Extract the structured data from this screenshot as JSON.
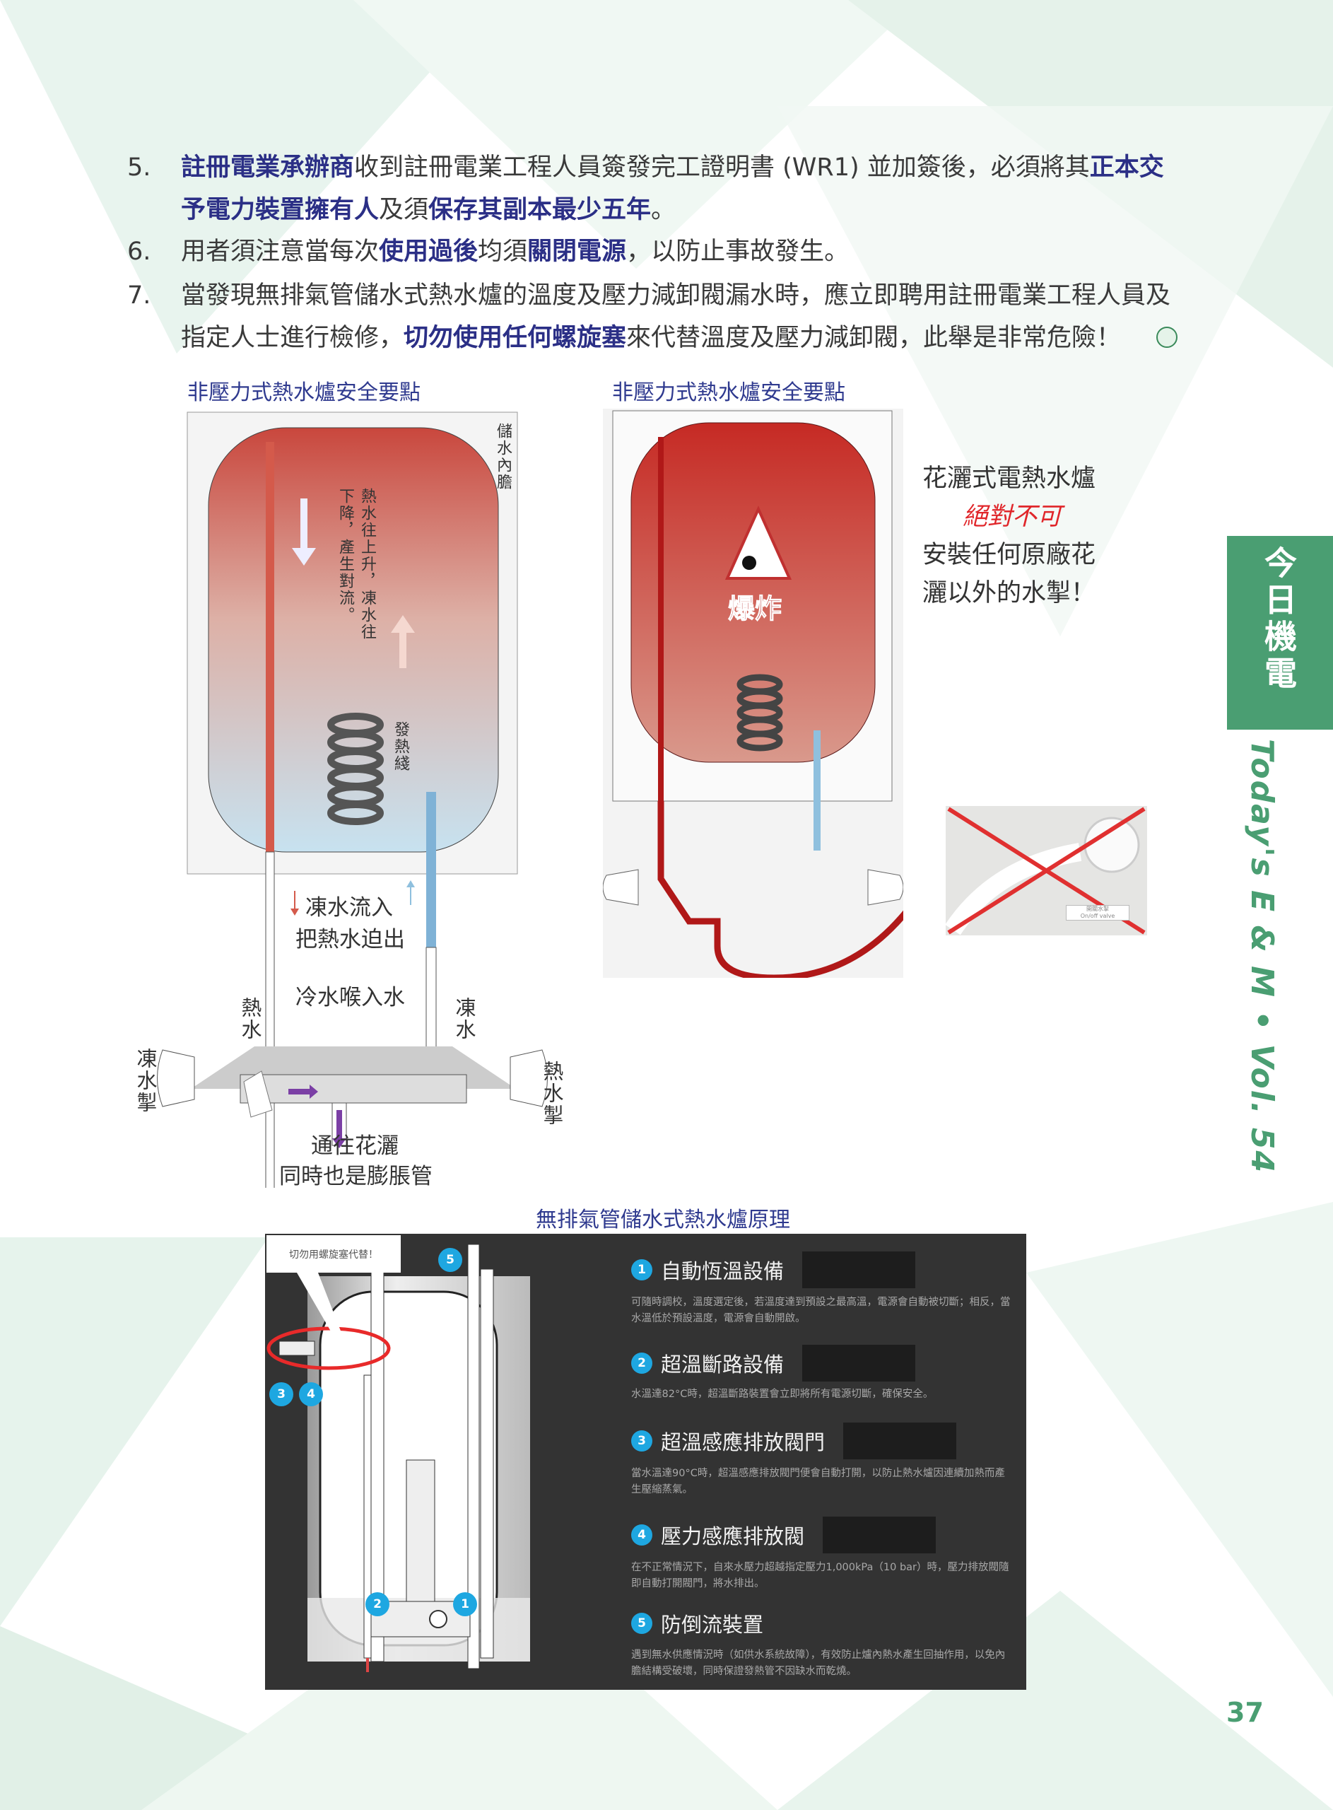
{
  "list_items": [
    {
      "num": "5.",
      "parts": [
        {
          "t": "註冊電業承辦商",
          "b": true
        },
        {
          "t": "收到註冊電業工程人員簽發完工證明書 (WR1) 並加簽後，必須將其",
          "b": false
        },
        {
          "t": "正本交予電力裝置擁有人",
          "b": true
        },
        {
          "t": "及須",
          "b": false
        },
        {
          "t": "保存其副本最少五年",
          "b": true
        },
        {
          "t": "。",
          "b": false
        }
      ]
    },
    {
      "num": "6.",
      "parts": [
        {
          "t": "用者須注意當每次",
          "b": false
        },
        {
          "t": "使用過後",
          "b": true
        },
        {
          "t": "均須",
          "b": false
        },
        {
          "t": "關閉電源",
          "b": true
        },
        {
          "t": "，以防止事故發生。",
          "b": false
        }
      ]
    },
    {
      "num": "7.",
      "parts": [
        {
          "t": "當發現無排氣管儲水式熱水爐的溫度及壓力減卸閥漏水時，應立即聘用註冊電業工程人員及指定人士進行檢修，",
          "b": false
        },
        {
          "t": "切勿使用任何螺旋塞",
          "b": true
        },
        {
          "t": "來代替溫度及壓力減卸閥，此舉是非常危險！",
          "b": false
        }
      ]
    }
  ],
  "left_diagram": {
    "caption": "非壓力式熱水爐安全要點",
    "tank_label": "儲水內膽",
    "convection_1": "熱水往上升，凍水往",
    "convection_2": "下降，產生對流。",
    "heater_label": "發熱綫",
    "flow_1": "凍水流入",
    "flow_2": "把熱水迫出",
    "inlet": "冷水喉入水",
    "hot_pipe": "熱水",
    "cold_pipe": "凍水",
    "cold_tap": "凍水掣",
    "hot_tap": "熱水掣",
    "outlet_1": "通往花灑",
    "outlet_2": "同時也是膨脹管"
  },
  "right_diagram": {
    "caption": "非壓力式熱水爐安全要點",
    "explosion": "爆炸",
    "warning_1": "花灑式電熱水爐",
    "warning_2": "絕對不可",
    "warning_3": "安裝任何原廠花",
    "warning_4": "灑以外的水掣！",
    "photo_label_1": "開關水掣",
    "photo_label_2": "On/off valve"
  },
  "principle": {
    "caption": "無排氣管儲水式熱水爐原理",
    "callout": "切勿用螺旋塞代替！",
    "items": [
      {
        "n": "1",
        "title": "自動恆溫設備",
        "text": "可隨時調校，溫度選定後，若溫度達到預設之最高溫，電源會自動被切斷；相反，當水溫低於預設溫度，電源會自動開啟。"
      },
      {
        "n": "2",
        "title": "超溫斷路設備",
        "text": "水溫達82°C時，超溫斷路裝置會立即將所有電源切斷，確保安全。"
      },
      {
        "n": "3",
        "title": "超溫感應排放閥門",
        "text": "當水溫達90°C時，超溫感應排放閥門便會自動打開，以防止熱水爐因連續加熱而產生壓縮蒸氣。"
      },
      {
        "n": "4",
        "title": "壓力感應排放閥",
        "text": "在不正常情況下，自來水壓力超越指定壓力1,000kPa（10 bar）時，壓力排放閥隨即自動打開閥門，將水排出。"
      },
      {
        "n": "5",
        "title": "防倒流裝置",
        "text": "遇到無水供應情況時（如供水系統故障），有效防止爐內熱水產生回抽作用，以免內膽結構受破壞，同時保證發熱管不因缺水而乾燒。"
      }
    ]
  },
  "sidebar": {
    "tab": "今日機電",
    "magazine": "Today's E & M • Vol. 54"
  },
  "page_number": "37",
  "colors": {
    "brand_green": "#4a9e72",
    "highlight_blue": "#2b2f86",
    "panel": "#333333",
    "badge": "#1ea7e1",
    "danger": "#e03030"
  }
}
